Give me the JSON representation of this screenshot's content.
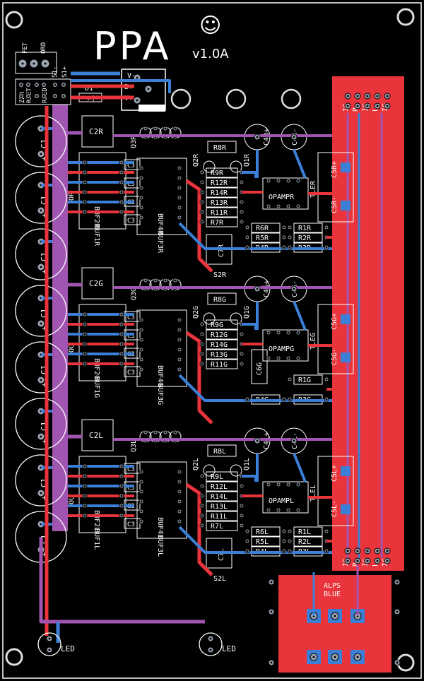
{
  "title": "PPA",
  "version": "v1.0A",
  "smiley": "☺",
  "header_labels": {
    "fet": "FET",
    "ord": "ORD",
    "zener": "ZNR",
    "rfet": "RFET",
    "rled": "RLED",
    "sm": "S1-",
    "sp": "S1+"
  },
  "power": {
    "d1": "D1",
    "v_minus": "V-",
    "b_plus": "B+",
    "v_plus": "V+"
  },
  "bus_labels": [
    "IG",
    "R",
    "IG",
    "L",
    "IG"
  ],
  "c1_labels": [
    "C1",
    "C1",
    "C1",
    "C1",
    "C1",
    "C1",
    "C1",
    "C1"
  ],
  "led_labels": [
    "LED",
    "LED"
  ],
  "alps": {
    "line1": "ALPS",
    "line2": "BLUE"
  },
  "channels": [
    {
      "suffix": "R",
      "c2": "C2R",
      "q3": "Q3R",
      "q2": "Q2R",
      "q1": "Q1R",
      "r8": "R8R",
      "oc": "OR",
      "buf": [
        "BUF2R",
        "BUF1R",
        "BUF4R",
        "BUF3R"
      ],
      "c3": [
        "C3",
        "C3",
        "C3",
        "C3"
      ],
      "rstack": [
        "R9R",
        "R12R",
        "R14R",
        "R13R",
        "R11R",
        "R7R"
      ],
      "c7": "C7R",
      "s2": "S2R",
      "c4a": "C4R+",
      "c4b": "C4R-",
      "opamp": "OPAMPR",
      "tle": "TLER",
      "c5a": "C5R+",
      "c5b": "C5R-",
      "rleft": [
        "R6R",
        "R5R",
        "R4R"
      ],
      "rright": [
        "R1R",
        "R2R",
        "R3R"
      ],
      "c6": ""
    },
    {
      "suffix": "G",
      "c2": "C2G",
      "q3": "Q3G",
      "q2": "Q2G",
      "q1": "Q1G",
      "r8": "R8G",
      "oc": "OG",
      "buf": [
        "BUF2G",
        "BUF1G",
        "BUF4G",
        "BUF3G"
      ],
      "c3": [
        "C3",
        "C3",
        "C3",
        "C3"
      ],
      "rstack": [
        "R9G",
        "R12G",
        "R14G",
        "R13G",
        "R11G"
      ],
      "c7": "",
      "s2": "",
      "c4a": "C4G+",
      "c4b": "C4G-",
      "opamp": "OPAMPG",
      "tle": "TLEG",
      "c5a": "C5G+",
      "c5b": "C5G-",
      "rleft": [
        "R4G"
      ],
      "rright": [
        "R1G",
        "R3G"
      ],
      "c6": "C6G"
    },
    {
      "suffix": "L",
      "c2": "C2L",
      "q3": "Q3L",
      "q2": "Q2L",
      "q1": "Q1L",
      "r8": "R8L",
      "oc": "OL",
      "buf": [
        "BUF2L",
        "BUF1L",
        "BUF4L",
        "BUF3L"
      ],
      "c3": [
        "C3",
        "C3",
        "C3",
        "C3"
      ],
      "rstack": [
        "R9L",
        "R12L",
        "R14L",
        "R13L",
        "R11L",
        "R7L"
      ],
      "c7": "C7L",
      "s2": "S2L",
      "c4a": "C4L+",
      "c4b": "C4L-",
      "opamp": "OPAMPL",
      "tle": "TLEL",
      "c5a": "C5L+",
      "c5b": "C5L-",
      "rleft": [
        "R6L",
        "R5L",
        "R4L"
      ],
      "rright": [
        "R1L",
        "R2L",
        "R3L"
      ],
      "c6": ""
    }
  ],
  "colors": {
    "red": "#e8343a",
    "blue": "#3b7fd6",
    "purple": "#a055b0",
    "pad": "#9aa3b0",
    "silk": "#ffffff",
    "bg": "#000000"
  }
}
